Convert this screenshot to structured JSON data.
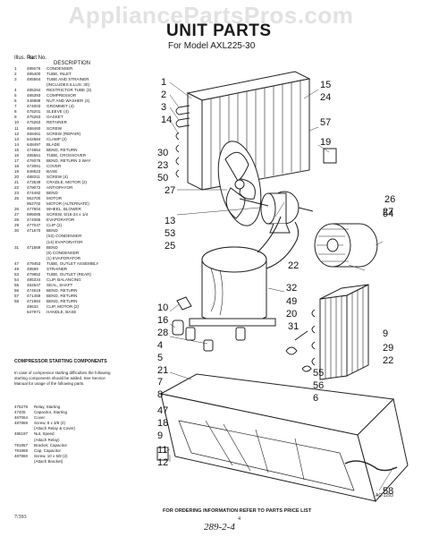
{
  "watermark": "AppliancePartsPros.com",
  "title": "UNIT PARTS",
  "subtitle": "For Model AXL225-30",
  "table_header": {
    "illus_no": "Illus. No.",
    "part_no": "Part No.",
    "description": "DESCRIPTION"
  },
  "parts": [
    {
      "n": "1",
      "p": "485076",
      "d": "CONDENSER"
    },
    {
      "n": "2",
      "p": "485400",
      "d": "TUBE, INLET"
    },
    {
      "n": "3",
      "p": "485564",
      "d": "TUBE AND STRAINER"
    },
    {
      "n": "",
      "p": "",
      "d": "(INCLUDES ILLUS. 30)"
    },
    {
      "n": "4",
      "p": "485284",
      "d": "RESTRICTOR TUBE (3)"
    },
    {
      "n": "5",
      "p": "485393",
      "d": "COMPRESSOR"
    },
    {
      "n": "6",
      "p": "446888",
      "d": "NUT AND WASHER (4)"
    },
    {
      "n": "7",
      "p": "474003",
      "d": "GROMMET (4)"
    },
    {
      "n": "8",
      "p": "475201",
      "d": "SLEEVE (4)"
    },
    {
      "n": "9",
      "p": "475263",
      "d": "GASKET"
    },
    {
      "n": "10",
      "p": "475263",
      "d": "RETAINER"
    },
    {
      "n": "11",
      "p": "468460",
      "d": "SCREW"
    },
    {
      "n": "12",
      "p": "468461",
      "d": "SCREW (REPAIR)"
    },
    {
      "n": "13",
      "p": "542684",
      "d": "CLAMP (2)"
    },
    {
      "n": "14",
      "p": "648497",
      "d": "BLADE"
    },
    {
      "n": "15",
      "p": "474854",
      "d": "BEND, RETURN"
    },
    {
      "n": "16",
      "p": "485551",
      "d": "TUBE, CROSSOVER"
    },
    {
      "n": "17",
      "p": "476076",
      "d": "BEND, RETURN 3 WAY"
    },
    {
      "n": "18",
      "p": "473061",
      "d": "COVER"
    },
    {
      "n": "19",
      "p": "648523",
      "d": "BASE"
    },
    {
      "n": "20",
      "p": "488311",
      "d": "SCREW (4)"
    },
    {
      "n": "21",
      "p": "473539",
      "d": "CRADLE, MOTOR (2)"
    },
    {
      "n": "22",
      "p": "479072",
      "d": "ANTIOPAYOR"
    },
    {
      "n": "23",
      "p": "474492",
      "d": "BEND"
    },
    {
      "n": "25",
      "p": "952700",
      "d": "MOTOR"
    },
    {
      "n": "",
      "p": "952702",
      "d": "MOTOR (ALTERNATE)"
    },
    {
      "n": "26",
      "p": "477604",
      "d": "WHEEL, BLOWER"
    },
    {
      "n": "27",
      "p": "595085",
      "d": "SCREW, 5/16-24 x 1/4"
    },
    {
      "n": "28",
      "p": "474065",
      "d": "EVAPORATOR"
    },
    {
      "n": "29",
      "p": "477047",
      "d": "CLIP (2)"
    },
    {
      "n": "30",
      "p": "471570",
      "d": "BEND"
    },
    {
      "n": "",
      "p": "",
      "d": "(S2) CONDENSER"
    },
    {
      "n": "",
      "p": "",
      "d": "(14) EVAPORATOR"
    },
    {
      "n": "31",
      "p": "471569",
      "d": "BEND"
    },
    {
      "n": "",
      "p": "",
      "d": "(5) CONDENSER"
    },
    {
      "n": "",
      "p": "",
      "d": "(1) EVAPORATOR"
    },
    {
      "n": "47",
      "p": "479453",
      "d": "TUBE, OUTLET ASSEMBLY"
    },
    {
      "n": "49",
      "p": "49599",
      "d": "STRAINER"
    },
    {
      "n": "53",
      "p": "479852",
      "d": "TUBE, OUTLET (REAR)"
    },
    {
      "n": "54",
      "p": "485334",
      "d": "CLIP, BALANCING"
    },
    {
      "n": "55",
      "p": "482647",
      "d": "SEAL, SHAFT"
    },
    {
      "n": "56",
      "p": "474619",
      "d": "BEND, RETURN"
    },
    {
      "n": "57",
      "p": "471459",
      "d": "BEND, RETURN"
    },
    {
      "n": "58",
      "p": "471884",
      "d": "BEND, RETURN"
    },
    {
      "n": "",
      "p": "49632",
      "d": "CLIP, MOTOR (2)"
    },
    {
      "n": "",
      "p": "647971",
      "d": "HANDLE, BASE"
    }
  ],
  "compressor_section": {
    "title": "COMPRESSOR STARTING COMPONENTS",
    "note": "In case of compressor starting difficulties the following starting components should be added. See Service Manual for usage of the following parts.",
    "items": [
      {
        "p": "475278",
        "d": "Relay, Starting"
      },
      {
        "p": "47405",
        "d": "Capacitor, Starting"
      },
      {
        "p": "467064",
        "d": "Cover"
      },
      {
        "p": "487869",
        "d": "Screw, 8 x 3/8 (2)"
      },
      {
        "p": "",
        "d": "(Attach Relay & Cover)"
      },
      {
        "p": "486197",
        "d": "Nut, Speed"
      },
      {
        "p": "",
        "d": "(Attach Relay)"
      },
      {
        "p": "791857",
        "d": "Bracket, Capacitor"
      },
      {
        "p": "791869",
        "d": "Cap, Capacitor"
      },
      {
        "p": "487860",
        "d": "Screw, 10 x 5/8 (2)"
      },
      {
        "p": "",
        "d": "(Attach Bracket)"
      }
    ]
  },
  "footer": "FOR ORDERING INFORMATION REFER TO PARTS PRICE LIST",
  "page_code": "7/393",
  "page_num": "4",
  "handwritten": "289-2-4",
  "drawing_ref": "AC-1293",
  "callouts": [
    "1",
    "2",
    "3",
    "14",
    "15",
    "24",
    "30",
    "23",
    "50",
    "27",
    "54",
    "57",
    "19",
    "26",
    "27",
    "13",
    "53",
    "25",
    "32",
    "10",
    "16",
    "28",
    "4",
    "5",
    "21",
    "22",
    "49",
    "20",
    "31",
    "55",
    "56",
    "6",
    "7",
    "8",
    "47",
    "18",
    "9",
    "29",
    "22",
    "9",
    "11",
    "12",
    "58"
  ]
}
